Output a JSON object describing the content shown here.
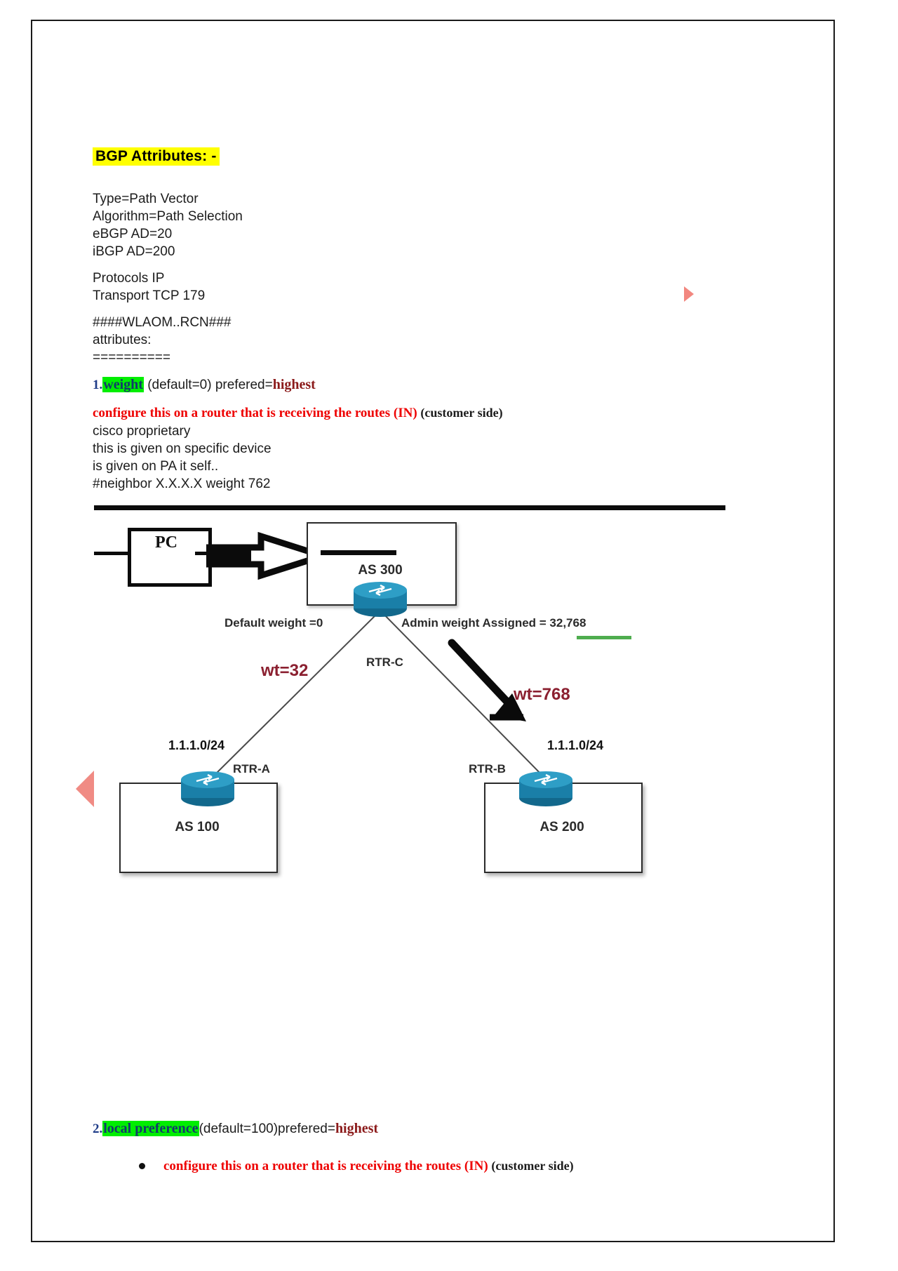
{
  "document": {
    "title": "BGP Attributes: -",
    "info_block_1": "Type=Path Vector\nAlgorithm=Path Selection\neBGP AD=20\niBGP AD=200",
    "info_block_2": "Protocols IP\nTransport TCP 179",
    "info_block_3": "####WLAOM..RCN###\nattributes:\n==========",
    "attribute_1": {
      "number": "1.",
      "name": "weight",
      "default": "(default=0) prefered=",
      "preferred": "highest",
      "note_red": "configure this on a router that is receiving the routes",
      "note_in": "(IN)",
      "note_side": "(customer side)",
      "details": "cisco proprietary\nthis is given on specific device\nis given on PA it self..\n#neighbor X.X.X.X weight 762"
    },
    "attribute_2": {
      "number": "2.",
      "name": "local preference",
      "default": "(default=100)prefered=",
      "preferred": "highest",
      "bullet_red": "configure this on a router that is receiving the routes",
      "bullet_in": "(IN)",
      "bullet_side": "(customer side)"
    }
  },
  "diagram": {
    "pc_label": "PC",
    "as300_label": "AS 300",
    "as100_label": "AS 100",
    "as200_label": "AS 200",
    "router_c_label": "RTR-C",
    "router_a_label": "RTR-A",
    "router_b_label": "RTR-B",
    "default_weight_label": "Default weight =0",
    "admin_weight_label": "Admin weight Assigned = 32,768",
    "wt_left": "wt=32",
    "wt_right": "wt=768",
    "network_left": "1.1.1.0/24",
    "network_right": "1.1.1.0/24",
    "colors": {
      "router_blue": "#1a7fa8",
      "highlight_yellow": "#ffff00",
      "highlight_green": "#00ee00",
      "red_text": "#ee0000",
      "dark_red": "#8b1a1a",
      "wt_maroon": "#8b2030",
      "green_underline": "#4fad4f",
      "marker_pink": "#f08b84"
    }
  }
}
